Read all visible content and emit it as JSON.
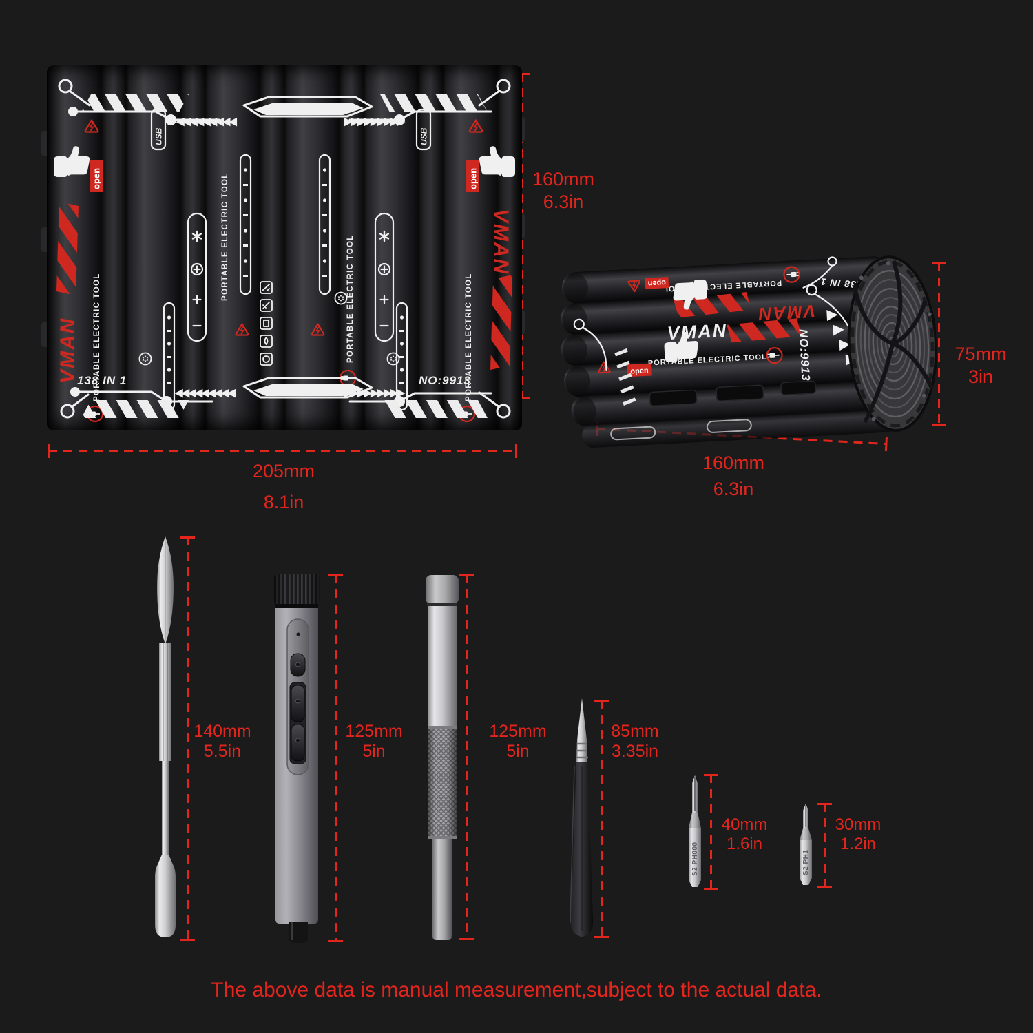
{
  "colors": {
    "accent": "#e3251d",
    "background": "#1b1b1c",
    "brand_red": "#cf2820"
  },
  "brand": {
    "name": "VMAN",
    "tagline": "PORTABLE ELECTRIC TOOL",
    "open_label": "open",
    "usb_label": "USB",
    "bits_in_one": "138 IN 1",
    "model_number": "NO:9913",
    "chevrons_left": "◀◀◀◀◀◀◀◀◀",
    "chevrons_right": "▶▶▶▶▶▶▶▶▶"
  },
  "flat_case": {
    "height_mm": "160mm",
    "height_in": "6.3in",
    "width_mm": "205mm",
    "width_in": "8.1in"
  },
  "rolled_case": {
    "diameter_mm": "75mm",
    "diameter_in": "3in",
    "length_mm": "160mm",
    "length_in": "6.3in"
  },
  "tools": {
    "pry_tool": {
      "length_mm": "140mm",
      "length_in": "5.5in"
    },
    "electric_screwdriver": {
      "length_mm": "125mm",
      "length_in": "5in"
    },
    "extension_rod": {
      "length_mm": "125mm",
      "length_in": "5in"
    },
    "tweezers": {
      "length_mm": "85mm",
      "length_in": "3.35in"
    },
    "bit_long": {
      "label": "S2 PH000",
      "length_mm": "40mm",
      "length_in": "1.6in"
    },
    "bit_short": {
      "label": "S2 PH1",
      "length_mm": "30mm",
      "length_in": "1.2in"
    }
  },
  "footer": {
    "disclaimer": "The above data is manual measurement,subject to the actual data."
  }
}
